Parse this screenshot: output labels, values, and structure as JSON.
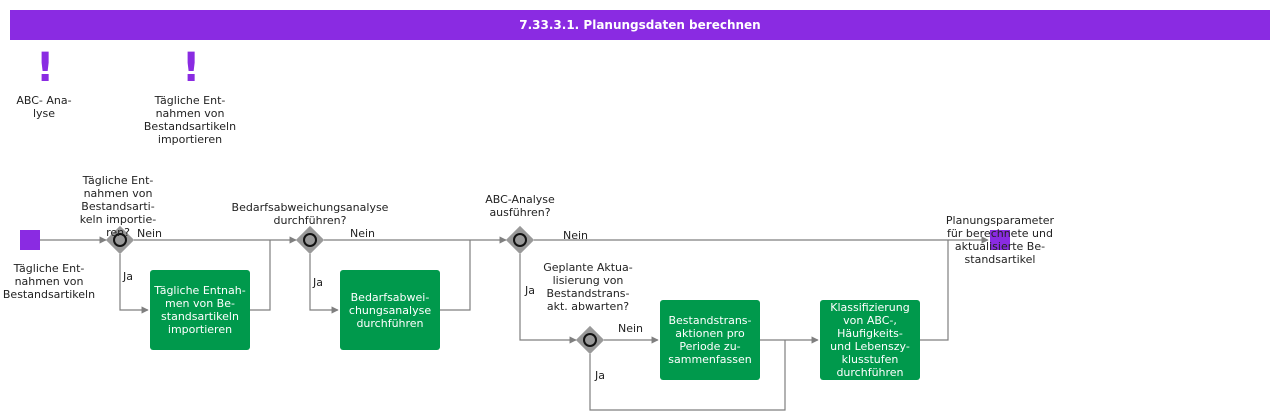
{
  "title": "7.33.3.1. Planungsdaten berechnen",
  "colors": {
    "accent": "#8a2be2",
    "task": "#00994c",
    "gateway": "#999999",
    "line": "#7f7f7f"
  },
  "triggers": [
    {
      "label": "ABC- Ana-\nlyse",
      "icon": "exclamation-icon"
    },
    {
      "label": "Tägliche   Ent-\nnahmen   von\nBestandsartikeln\nimportieren",
      "icon": "exclamation-icon"
    }
  ],
  "start_event": {
    "label": "Tägliche   Ent-\nnahmen   von\nBestandsartikeln"
  },
  "end_event": {
    "label": "Planungsparameter\nfür berechnete  und\naktualisierte  Be-\nstandsartikel"
  },
  "gateways": [
    {
      "label": "Tägliche Ent-\nnahmen von\nBestandsarti-\nkeln importie-\nren?",
      "yes": "Ja",
      "no": "Nein"
    },
    {
      "label": "Bedarfsabweichungsanalyse\ndurchführen?",
      "yes": "Ja",
      "no": "Nein"
    },
    {
      "label": "ABC-Analyse\nausführen?",
      "yes": "Ja",
      "no": "Nein"
    },
    {
      "label": "Geplante Aktua-\nlisierung von\nBestandstrans-\nakt. abwarten?",
      "yes": "Ja",
      "no": "Nein"
    }
  ],
  "tasks": [
    {
      "label": "Tägliche Entnah-\nmen von Be-\nstandsartikeln\nimportieren"
    },
    {
      "label": "Bedarfsabwei-\nchungsanalyse\ndurchführen"
    },
    {
      "label": "Bestandstrans-\naktionen    pro\nPeriode    zu-\nsammenfassen"
    },
    {
      "label": "Klassifizierung\nvon ABC-,\nHäufigkeits-\nund Lebenszy-\nklusstufen\ndurchführen"
    }
  ]
}
